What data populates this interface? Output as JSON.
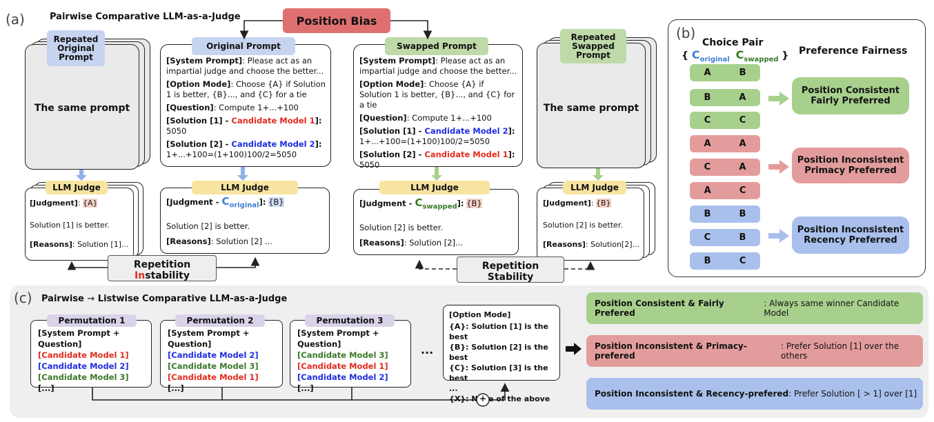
{
  "panel_a": {
    "label": "(a)",
    "title": "Pairwise Comparative LLM-as-a-Judge",
    "position_bias": "Position Bias",
    "left_stack": {
      "tag": "Repeated Original Prompt",
      "text": "The same prompt",
      "judge_tag": "LLM Judge",
      "judgment_label": "[Judgment]",
      "judgment_value": "{A}",
      "verdict": "Solution [1] is better.",
      "reasons_label": "[Reasons]",
      "reasons_text": ": Solution [1]..."
    },
    "original": {
      "tag": "Original Prompt",
      "system_label": "[System Prompt]",
      "system_text": ": Please act as an impartial judge and choose the better...",
      "option_label": "[Option Mode]",
      "option_text": ": Choose {A} if Solution 1 is better, {B}..., and {C} for a tie",
      "question_label": "[Question]",
      "question_text": ": Compute 1+...+100",
      "sol1_label": "[Solution [1] - ",
      "sol1_model": "Candidate Model 1",
      "sol1_end": "]:",
      "sol1_text": "5050",
      "sol2_label": "[Solution [2] - ",
      "sol2_model": "Candidate Model 2",
      "sol2_end": "]:",
      "sol2_text": "1+...+100=(1+100)100/2=5050",
      "judge_tag": "LLM Judge",
      "judgment_label": "[Judgment - ",
      "c_letter": "C",
      "c_sub": "original",
      "judgment_end": "]:",
      "judgment_value": "{B}",
      "verdict": "Solution [2] is better.",
      "reasons_label": "[Reasons]",
      "reasons_text": ": Solution [2] ..."
    },
    "swapped": {
      "tag": "Swapped Prompt",
      "system_label": "[System Prompt]",
      "system_text": ": Please act as an impartial judge and choose the better...",
      "option_label": "[Option Mode]",
      "option_text": ": Choose {A} if Solution 1 is better, {B}..., and {C} for a tie",
      "question_label": "[Question]",
      "question_text": ": Compute 1+...+100",
      "sol1_label": "[Solution [1] - ",
      "sol1_model": "Candidate Model 2",
      "sol1_end": "]:",
      "sol1_text": "1+...+100=(1+100)100/2=5050",
      "sol2_label": "[Solution [2] - ",
      "sol2_model": "Candidate Model 1",
      "sol2_end": "]:",
      "sol2_text": "5050",
      "judge_tag": "LLM Judge",
      "judgment_label": "[Judgment - ",
      "c_letter": "C",
      "c_sub": "swapped",
      "judgment_end": "]:",
      "judgment_value": "{B}",
      "verdict": "Solution [2] is better.",
      "reasons_label": "[Reasons]",
      "reasons_text": ": Solution [2]..."
    },
    "right_stack": {
      "tag": "Repeated Swapped Prompt",
      "text": "The same prompt",
      "judge_tag": "LLM Judge",
      "judgment_label": "[Judgment]",
      "judgment_value": "{B}",
      "verdict": "Solution [2] is better.",
      "reasons_label": "[Reasons]",
      "reasons_text": ": Solution[2]..."
    },
    "rep_instability_1": "Repetition",
    "rep_instability_in": "In",
    "rep_instability_rest": "stability",
    "rep_stability_1": "Repetition",
    "rep_stability_2": "Stability"
  },
  "panel_b": {
    "label": "(b)",
    "choice_pair": "Choice Pair",
    "c_letter": "C",
    "sub_original": "original",
    "sub_swapped": "swapped",
    "brace_open": "{",
    "brace_close": "}",
    "preference_fairness": "Preference Fairness",
    "pairs": [
      {
        "a": "A",
        "b": "B"
      },
      {
        "a": "B",
        "b": "A"
      },
      {
        "a": "C",
        "b": "C"
      },
      {
        "a": "A",
        "b": "A"
      },
      {
        "a": "C",
        "b": "A"
      },
      {
        "a": "A",
        "b": "C"
      },
      {
        "a": "B",
        "b": "B"
      },
      {
        "a": "C",
        "b": "B"
      },
      {
        "a": "B",
        "b": "C"
      }
    ],
    "consistent_1": "Position Consistent",
    "consistent_2": "Fairly Preferred",
    "primacy_1": "Position Inconsistent",
    "primacy_2": "Primacy Preferred",
    "recency_1": "Position Inconsistent",
    "recency_2": "Recency Preferred"
  },
  "panel_c": {
    "label": "(c)",
    "title_1": "Pairwise ",
    "arrow": "→",
    "title_2": " Listwise Comparative LLM-as-a-Judge",
    "permutations": [
      {
        "tag": "Permutation 1",
        "lines": [
          {
            "text": "[System Prompt + Question]",
            "color": "k"
          },
          {
            "text": "[Candidate Model 1]",
            "color": "r"
          },
          {
            "text": "[Candidate Model 2]",
            "color": "b"
          },
          {
            "text": "[Candidate Model 3]",
            "color": "g"
          },
          {
            "text": "[...]",
            "color": "k"
          }
        ]
      },
      {
        "tag": "Permutation 2",
        "lines": [
          {
            "text": "[System Prompt + Question]",
            "color": "k"
          },
          {
            "text": "[Candidate Model 2]",
            "color": "b"
          },
          {
            "text": "[Candidate Model 3]",
            "color": "g"
          },
          {
            "text": "[Candidate Model 1]",
            "color": "r"
          },
          {
            "text": "[...]",
            "color": "k"
          }
        ]
      },
      {
        "tag": "Permutation 3",
        "lines": [
          {
            "text": "[System Prompt + Question]",
            "color": "k"
          },
          {
            "text": "[Candidate Model 3]",
            "color": "g"
          },
          {
            "text": "[Candidate Model 1]",
            "color": "r"
          },
          {
            "text": "[Candidate Model 2]",
            "color": "b"
          },
          {
            "text": "[...]",
            "color": "k"
          }
        ]
      }
    ],
    "ellipsis": "...",
    "option_mode_title": "[Option Mode]",
    "options": [
      "{A}: Solution [1] is the best",
      "{B}: Solution [2] is the best",
      "{C}: Solution [3] is the best",
      "...",
      "{X}: None of the above"
    ],
    "plus": "+",
    "bar1_bold": "Position Consistent & Fairly Prefered",
    "bar1_rest": ": Always same winner Candidate Model",
    "bar2_bold": "Position Inconsistent & Primacy-prefered",
    "bar2_rest": ": Prefer Solution [1] over the others",
    "bar3_bold": "Position Inconsistent & Recency-prefered",
    "bar3_rest": ": Prefer Solution [ > 1] over [1]"
  },
  "colors": {
    "green": "#bfdaa8",
    "red": "#e39c9c",
    "blue": "#a9c0ec",
    "position_bias": "#df7070",
    "model1": "#e32b1e",
    "model2": "#1f2ee0",
    "model3": "#3a7a2a"
  }
}
